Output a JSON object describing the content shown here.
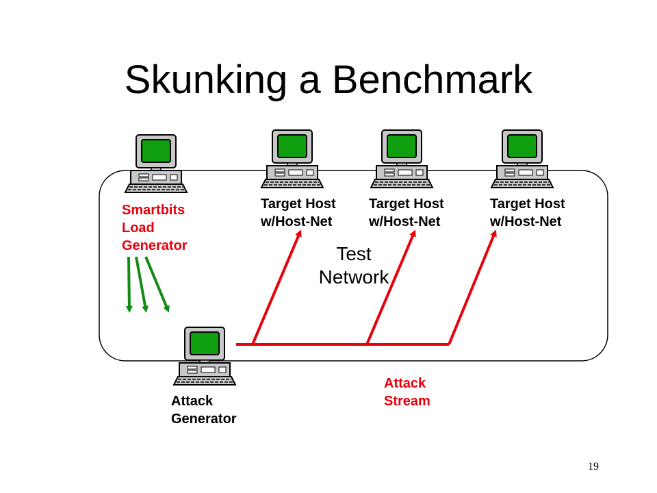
{
  "slide": {
    "title": "Skunking a Benchmark",
    "page_number": "19"
  },
  "network": {
    "line1": "Test",
    "line2": "Network"
  },
  "nodes": {
    "smartbits": {
      "line1": "Smartbits",
      "line2": "Load",
      "line3": "Generator"
    },
    "target1": {
      "line1": "Target Host",
      "line2": "w/Host-Net"
    },
    "target2": {
      "line1": "Target Host",
      "line2": "w/Host-Net"
    },
    "target3": {
      "line1": "Target Host",
      "line2": "w/Host-Net"
    },
    "attack_generator": {
      "line1": "Attack",
      "line2": "Generator"
    }
  },
  "attack_stream": {
    "line1": "Attack",
    "line2": "Stream"
  },
  "colors": {
    "attack": "#e8000b",
    "load": "#138a13",
    "screen": "#0f9f0f",
    "computer_body": "#c8c8c8"
  },
  "icons": {
    "computer": "desktop-computer-icon"
  }
}
